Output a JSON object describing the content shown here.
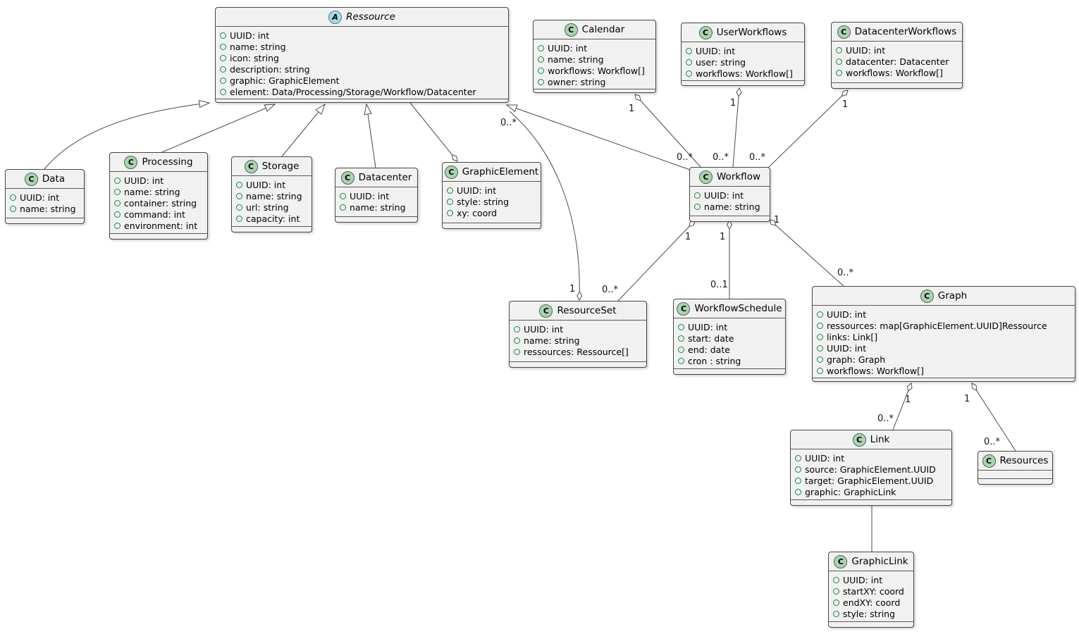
{
  "diagram": {
    "kind": "uml-class-diagram",
    "colors": {
      "class_fill": "#F1F1F1",
      "class_border": "#454645",
      "class_spot_green": "#ADD1B2",
      "abstract_spot_blue": "#A9DCDF",
      "field_circle_green": "#128945",
      "edge_color": "#4A4A4A",
      "background": "#FFFFFF"
    }
  },
  "classes": {
    "ressource": {
      "stereotype": "abstract",
      "icon_letter": "A",
      "title": "Ressource",
      "attributes": [
        "UUID: int",
        "name: string",
        "icon: string",
        "description: string",
        "graphic: GraphicElement",
        "element: Data/Processing/Storage/Workflow/Datacenter"
      ]
    },
    "calendar": {
      "stereotype": "class",
      "icon_letter": "C",
      "title": "Calendar",
      "attributes": [
        "UUID: int",
        "name: string",
        "workflows: Workflow[]",
        "owner: string"
      ]
    },
    "userworkflows": {
      "stereotype": "class",
      "icon_letter": "C",
      "title": "UserWorkflows",
      "attributes": [
        "UUID: int",
        "user: string",
        "workflows: Workflow[]"
      ]
    },
    "datacenterworkflows": {
      "stereotype": "class",
      "icon_letter": "C",
      "title": "DatacenterWorkflows",
      "attributes": [
        "UUID: int",
        "datacenter: Datacenter",
        "workflows: Workflow[]"
      ]
    },
    "data": {
      "stereotype": "class",
      "icon_letter": "C",
      "title": "Data",
      "attributes": [
        "UUID: int",
        "name: string"
      ]
    },
    "processing": {
      "stereotype": "class",
      "icon_letter": "C",
      "title": "Processing",
      "attributes": [
        "UUID: int",
        "name: string",
        "container: string",
        "command: int",
        "environment: int"
      ]
    },
    "storage": {
      "stereotype": "class",
      "icon_letter": "C",
      "title": "Storage",
      "attributes": [
        "UUID: int",
        "name: string",
        "url: string",
        "capacity: int"
      ]
    },
    "datacenter": {
      "stereotype": "class",
      "icon_letter": "C",
      "title": "Datacenter",
      "attributes": [
        "UUID: int",
        "name: string"
      ]
    },
    "graphicelement": {
      "stereotype": "class",
      "icon_letter": "C",
      "title": "GraphicElement",
      "attributes": [
        "UUID: int",
        "style: string",
        "xy: coord"
      ]
    },
    "workflow": {
      "stereotype": "class",
      "icon_letter": "C",
      "title": "Workflow",
      "attributes": [
        "UUID: int",
        "name: string"
      ]
    },
    "resourceset": {
      "stereotype": "class",
      "icon_letter": "C",
      "title": "ResourceSet",
      "attributes": [
        "UUID: int",
        "name: string",
        "ressources: Ressource[]"
      ]
    },
    "workflowschedule": {
      "stereotype": "class",
      "icon_letter": "C",
      "title": "WorkflowSchedule",
      "attributes": [
        "UUID: int",
        "start: date",
        "end: date",
        "cron : string"
      ]
    },
    "graph": {
      "stereotype": "class",
      "icon_letter": "C",
      "title": "Graph",
      "attributes": [
        "UUID: int",
        "ressources: map[GraphicElement.UUID]Ressource",
        "links: Link[]",
        "UUID: int",
        "graph: Graph",
        "workflows: Workflow[]"
      ]
    },
    "link": {
      "stereotype": "class",
      "icon_letter": "C",
      "title": "Link",
      "attributes": [
        "UUID: int",
        "source: GraphicElement.UUID",
        "target: GraphicElement.UUID",
        "graphic: GraphicLink"
      ]
    },
    "resources": {
      "stereotype": "class",
      "icon_letter": "C",
      "title": "Resources",
      "attributes": []
    },
    "graphiclink": {
      "stereotype": "class",
      "icon_letter": "C",
      "title": "GraphicLink",
      "attributes": [
        "UUID: int",
        "startXY: coord",
        "endXY: coord",
        "style: string"
      ]
    }
  },
  "edges": [
    {
      "from": "Data",
      "to": "Ressource",
      "type": "extends"
    },
    {
      "from": "Processing",
      "to": "Ressource",
      "type": "extends"
    },
    {
      "from": "Storage",
      "to": "Ressource",
      "type": "extends"
    },
    {
      "from": "Datacenter",
      "to": "Ressource",
      "type": "extends"
    },
    {
      "from": "Ressource",
      "to": "GraphicElement",
      "type": "aggregation"
    },
    {
      "from": "Workflow",
      "to": "Ressource",
      "type": "extends"
    },
    {
      "from": "ResourceSet",
      "to": "Ressource",
      "type": "aggregation",
      "owner_label": "1",
      "part_label": "0..*"
    },
    {
      "from": "Calendar",
      "to": "Workflow",
      "type": "aggregation",
      "owner_label": "1",
      "part_label": "0..*"
    },
    {
      "from": "UserWorkflows",
      "to": "Workflow",
      "type": "aggregation",
      "owner_label": "1",
      "part_label": "0..*"
    },
    {
      "from": "DatacenterWorkflows",
      "to": "Workflow",
      "type": "aggregation",
      "owner_label": "1",
      "part_label": "0..*"
    },
    {
      "from": "Workflow",
      "to": "ResourceSet",
      "type": "aggregation",
      "owner_label": "1",
      "part_label": "0..*"
    },
    {
      "from": "Workflow",
      "to": "WorkflowSchedule",
      "type": "aggregation",
      "owner_label": "1",
      "part_label": "0..1"
    },
    {
      "from": "Workflow",
      "to": "Graph",
      "type": "aggregation",
      "owner_label": "1",
      "part_label": "0..*"
    },
    {
      "from": "Graph",
      "to": "Link",
      "type": "aggregation",
      "owner_label": "1",
      "part_label": "0..*"
    },
    {
      "from": "Graph",
      "to": "Resources",
      "type": "aggregation",
      "owner_label": "1",
      "part_label": "0..*"
    },
    {
      "from": "Link",
      "to": "GraphicLink",
      "type": "association"
    }
  ]
}
